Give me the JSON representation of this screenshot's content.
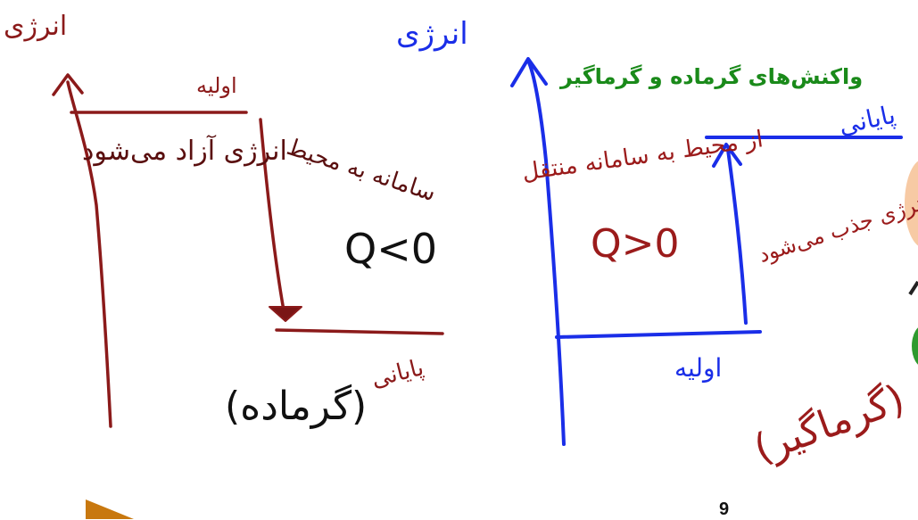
{
  "slide": {
    "title": "واکنش‌های گرماده و گرماگیر",
    "page_number": "9"
  },
  "exothermic": {
    "axis_label": "انرژی",
    "initial_label": "اولیه",
    "final_label": "پایانی",
    "arrow_note": "انرژی آزاد می‌شود",
    "direction_note": "سامانه به محیط",
    "q_relation": "Q<0",
    "type_label": "(گرماده)",
    "color": "#8b1a1a"
  },
  "endothermic": {
    "axis_label": "انرژی",
    "initial_label": "اولیه",
    "final_label": "پایانی",
    "arrow_note": "از محیط به سامانه منتقل",
    "absorbed_note": "انرژی جذب می‌شود",
    "q_relation": "Q>0",
    "type_label": "(گرماگیر)",
    "axis_color": "#1a2ee8",
    "note_color": "#9b1b1b"
  }
}
